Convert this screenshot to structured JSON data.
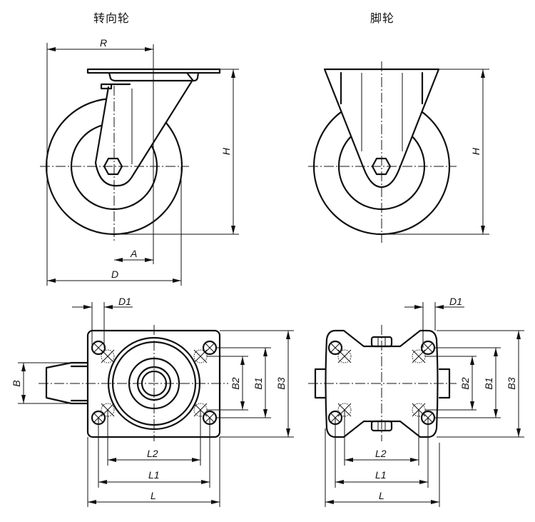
{
  "titles": {
    "swivel": "转向轮",
    "fixed": "脚轮"
  },
  "dimensions": {
    "R": "R",
    "H": "H",
    "A": "A",
    "D": "D",
    "D1": "D1",
    "B": "B",
    "B1": "B1",
    "B2": "B2",
    "B3": "B3",
    "L": "L",
    "L1": "L1",
    "L2": "L2"
  },
  "colors": {
    "line": "#111111",
    "background": "#ffffff"
  }
}
